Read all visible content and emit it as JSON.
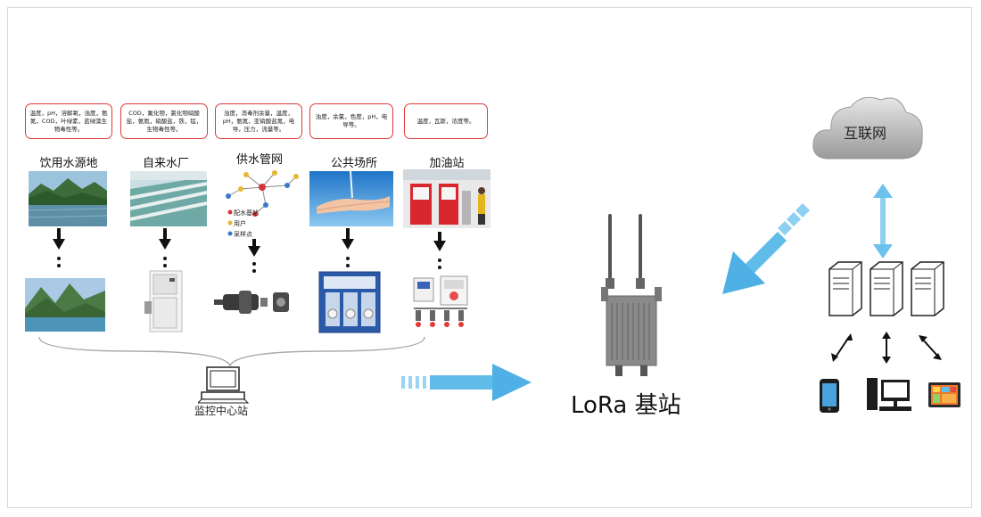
{
  "sites": [
    {
      "name": "饮用水源地",
      "params": "温度，pH，溶解氧，浊度，氨氮，COD，叶绿素，蓝绿藻生物毒性等。"
    },
    {
      "name": "自来水厂",
      "params": "COD，氟化物，氯化物硝酸盐，氨氮，硝酸盐，铁，锰，生物毒性等。"
    },
    {
      "name": "供水管网",
      "params": "浊度，消毒剂余量，温度，pH，氨氮，亚硝酸盐氮，电导，压力，流量等。"
    },
    {
      "name": "公共场所",
      "params": "浊度，余氯，色度，pH，电导等。"
    },
    {
      "name": "加油站",
      "params": "温度，瓦斯，浓度等。"
    }
  ],
  "pipe_network_labels": [
    "配水基站",
    "用户",
    "采样点"
  ],
  "monitor_center": "监控中心站",
  "base_station": "LoRa 基站",
  "cloud": "互联网",
  "colors": {
    "callout_border": "#e03a3a",
    "arrow_blue": "#5ab4e6",
    "node_red": "#d6343c",
    "node_yellow": "#e6b82e",
    "node_blue": "#3a78c8"
  }
}
